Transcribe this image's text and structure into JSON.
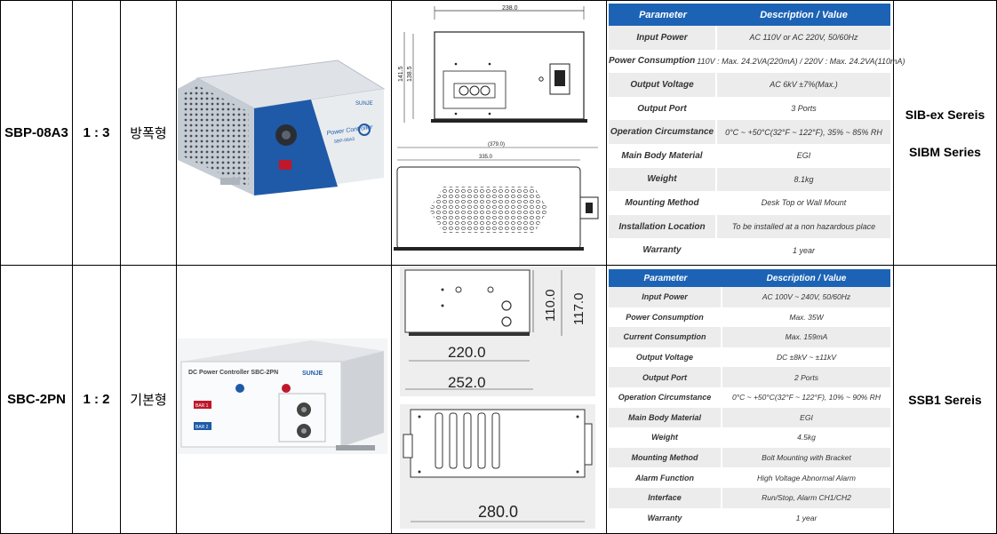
{
  "rows": [
    {
      "model": "SBP-08A3",
      "ratio": "1 : 3",
      "type": "방폭형",
      "photo": {
        "device_title": "Power Controller",
        "device_model": "SBP-08A3",
        "brand": "SUNJE"
      },
      "drawing": {
        "top_width": "238.0",
        "height_outer": "141.5",
        "height_inner": "138.5",
        "bottom_outer": "(379.0)",
        "bottom_inner": "335.0"
      },
      "spec_header": {
        "parameter": "Parameter",
        "value": "Description / Value"
      },
      "specs": [
        {
          "parameter": "Input Power",
          "value": "AC 110V or AC 220V, 50/60Hz"
        },
        {
          "parameter": "Power Consumption",
          "value": "110V : Max. 24.2VA(220mA) / 220V : Max. 24.2VA(110mA)"
        },
        {
          "parameter": "Output Voltage",
          "value": "AC 6kV ±7%(Max.)"
        },
        {
          "parameter": "Output Port",
          "value": "3 Ports"
        },
        {
          "parameter": "Operation Circumstance",
          "value": "0°C ~ +50°C(32°F ~ 122°F), 35% ~ 85% RH"
        },
        {
          "parameter": "Main Body Material",
          "value": "EGI"
        },
        {
          "parameter": "Weight",
          "value": "8.1kg"
        },
        {
          "parameter": "Mounting Method",
          "value": "Desk Top or Wall Mount"
        },
        {
          "parameter": "Installation Location",
          "value": "To be installed at a non hazardous place"
        },
        {
          "parameter": "Warranty",
          "value": "1 year"
        }
      ],
      "series": [
        "SIB-ex Sereis",
        "SIBM Series"
      ]
    },
    {
      "model": "SBC-2PN",
      "ratio": "1 : 2",
      "type": "기본형",
      "photo": {
        "device_title": "DC Power Controller SBC-2PN",
        "brand": "SUNJE",
        "bar1": "BAR 1",
        "bar2": "BAR 2"
      },
      "drawing": {
        "side_110": "110.0",
        "side_117": "117.0",
        "width_220": "220.0",
        "width_252": "252.0",
        "width_280": "280.0"
      },
      "spec_header": {
        "parameter": "Parameter",
        "value": "Description / Value"
      },
      "specs": [
        {
          "parameter": "Input Power",
          "value": "AC 100V ~ 240V, 50/60Hz"
        },
        {
          "parameter": "Power Consumption",
          "value": "Max. 35W"
        },
        {
          "parameter": "Current Consumption",
          "value": "Max. 159mA"
        },
        {
          "parameter": "Output Voltage",
          "value": "DC ±8kV ~ ±11kV"
        },
        {
          "parameter": "Output Port",
          "value": "2 Ports"
        },
        {
          "parameter": "Operation Circumstance",
          "value": "0°C ~ +50°C(32°F ~ 122°F), 10% ~ 90% RH"
        },
        {
          "parameter": "Main Body Material",
          "value": "EGI"
        },
        {
          "parameter": "Weight",
          "value": "4.5kg"
        },
        {
          "parameter": "Mounting Method",
          "value": "Bolt Mounting with Bracket"
        },
        {
          "parameter": "Alarm Function",
          "value": "High Voltage Abnormal Alarm"
        },
        {
          "parameter": "Interface",
          "value": "Run/Stop, Alarm CH1/CH2"
        },
        {
          "parameter": "Warranty",
          "value": "1 year"
        }
      ],
      "series": [
        "SSB1 Sereis"
      ]
    }
  ]
}
